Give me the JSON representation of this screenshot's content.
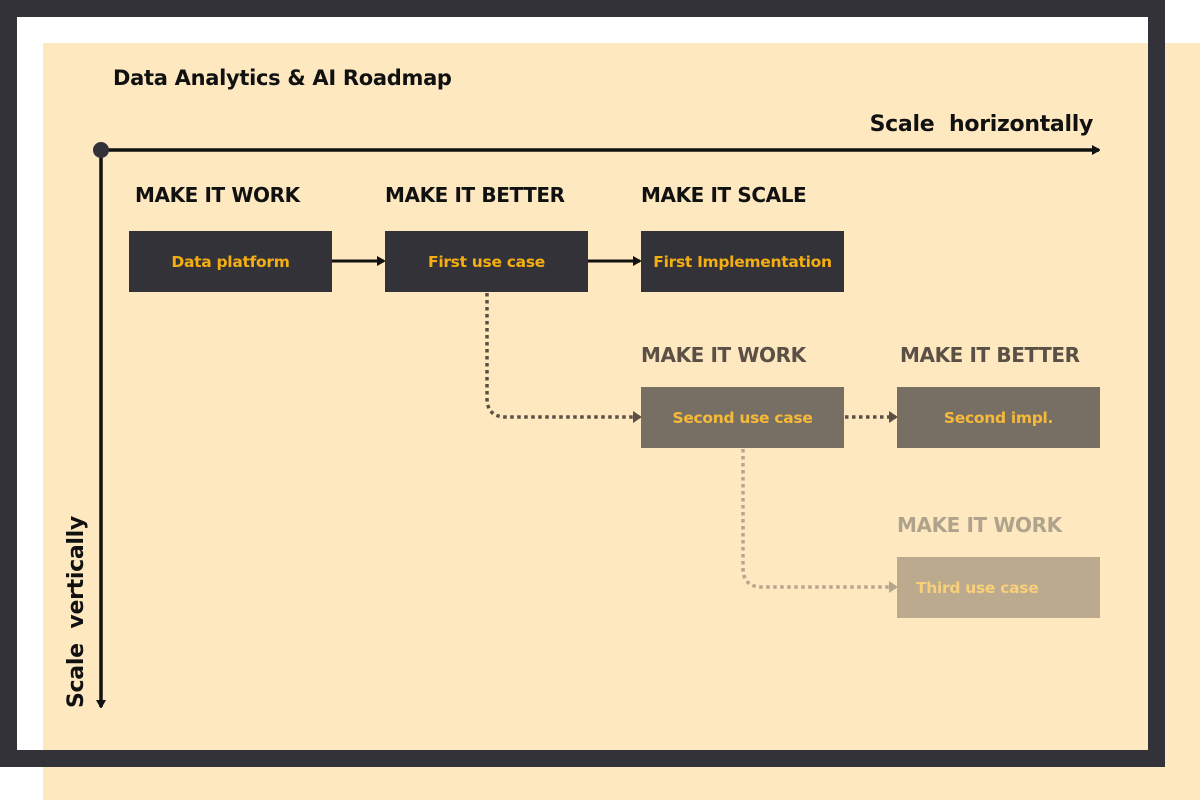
{
  "title": "Data Analytics & AI Roadmap",
  "axes": {
    "horizontal": "Scale  horizontally",
    "vertical": "Scale  vertically"
  },
  "stages": [
    {
      "label": "MAKE IT WORK",
      "box": "Data platform",
      "tier": 1
    },
    {
      "label": "MAKE IT BETTER",
      "box": "First use case",
      "tier": 1
    },
    {
      "label": "MAKE IT SCALE",
      "box": "First Implementation",
      "tier": 1
    },
    {
      "label": "MAKE IT WORK",
      "box": "Second use case",
      "tier": 2
    },
    {
      "label": "MAKE IT BETTER",
      "box": "Second impl.",
      "tier": 2
    },
    {
      "label": "MAKE IT WORK",
      "box": "Third use case",
      "tier": 3
    }
  ],
  "colors": {
    "frame": "#333238",
    "background": "#FEE8C0",
    "tier1_box": "#333238",
    "tier1_text": "#F5AE12",
    "tier2_box": "#786F64",
    "tier2_text": "#F6B938",
    "tier3_box": "#BCAA8E",
    "tier3_text": "#F8D07A"
  }
}
